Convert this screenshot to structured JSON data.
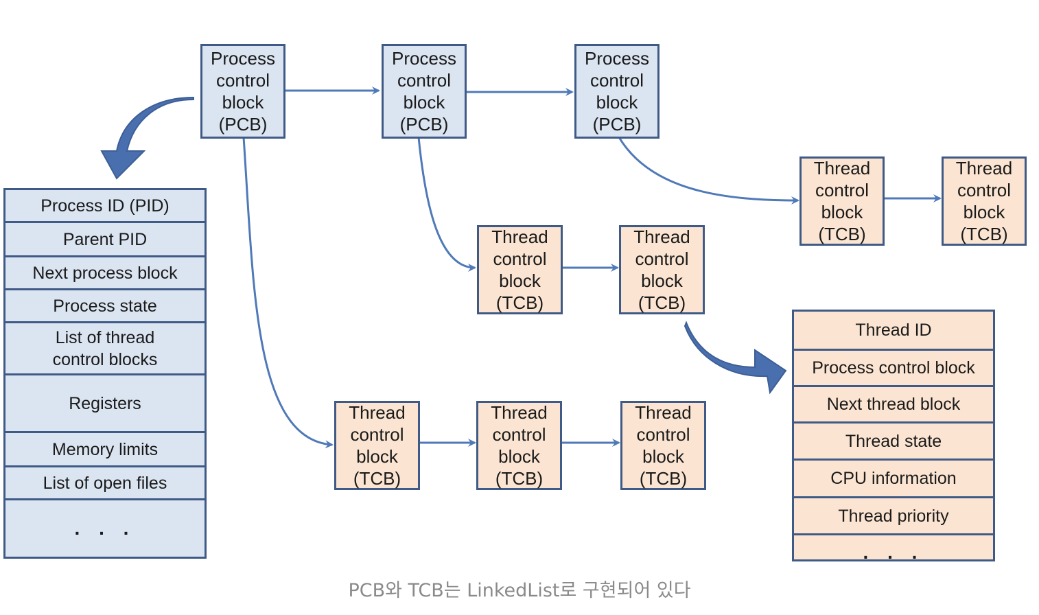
{
  "pcb_label": "Process\ncontrol\nblock\n(PCB)",
  "tcb_label": "Thread\ncontrol\nblock\n(TCB)",
  "pcb_fields": [
    "Process ID (PID)",
    "Parent PID",
    "Next process block",
    "Process state",
    "List of thread\ncontrol blocks",
    "Registers",
    "Memory limits",
    "List of open files",
    ". . ."
  ],
  "tcb_fields": [
    "Thread ID",
    "Process control block",
    "Next thread block",
    "Thread state",
    "CPU information",
    "Thread priority",
    ". . ."
  ],
  "caption": "PCB와 TCB는 LinkedList로 구현되어 있다",
  "colors": {
    "pcb_fill": "#dbe4f1",
    "tcb_fill": "#fbe5d2",
    "border": "#3f5a86",
    "arrow": "#4f79b8",
    "big_arrow": "#4a6fae"
  }
}
